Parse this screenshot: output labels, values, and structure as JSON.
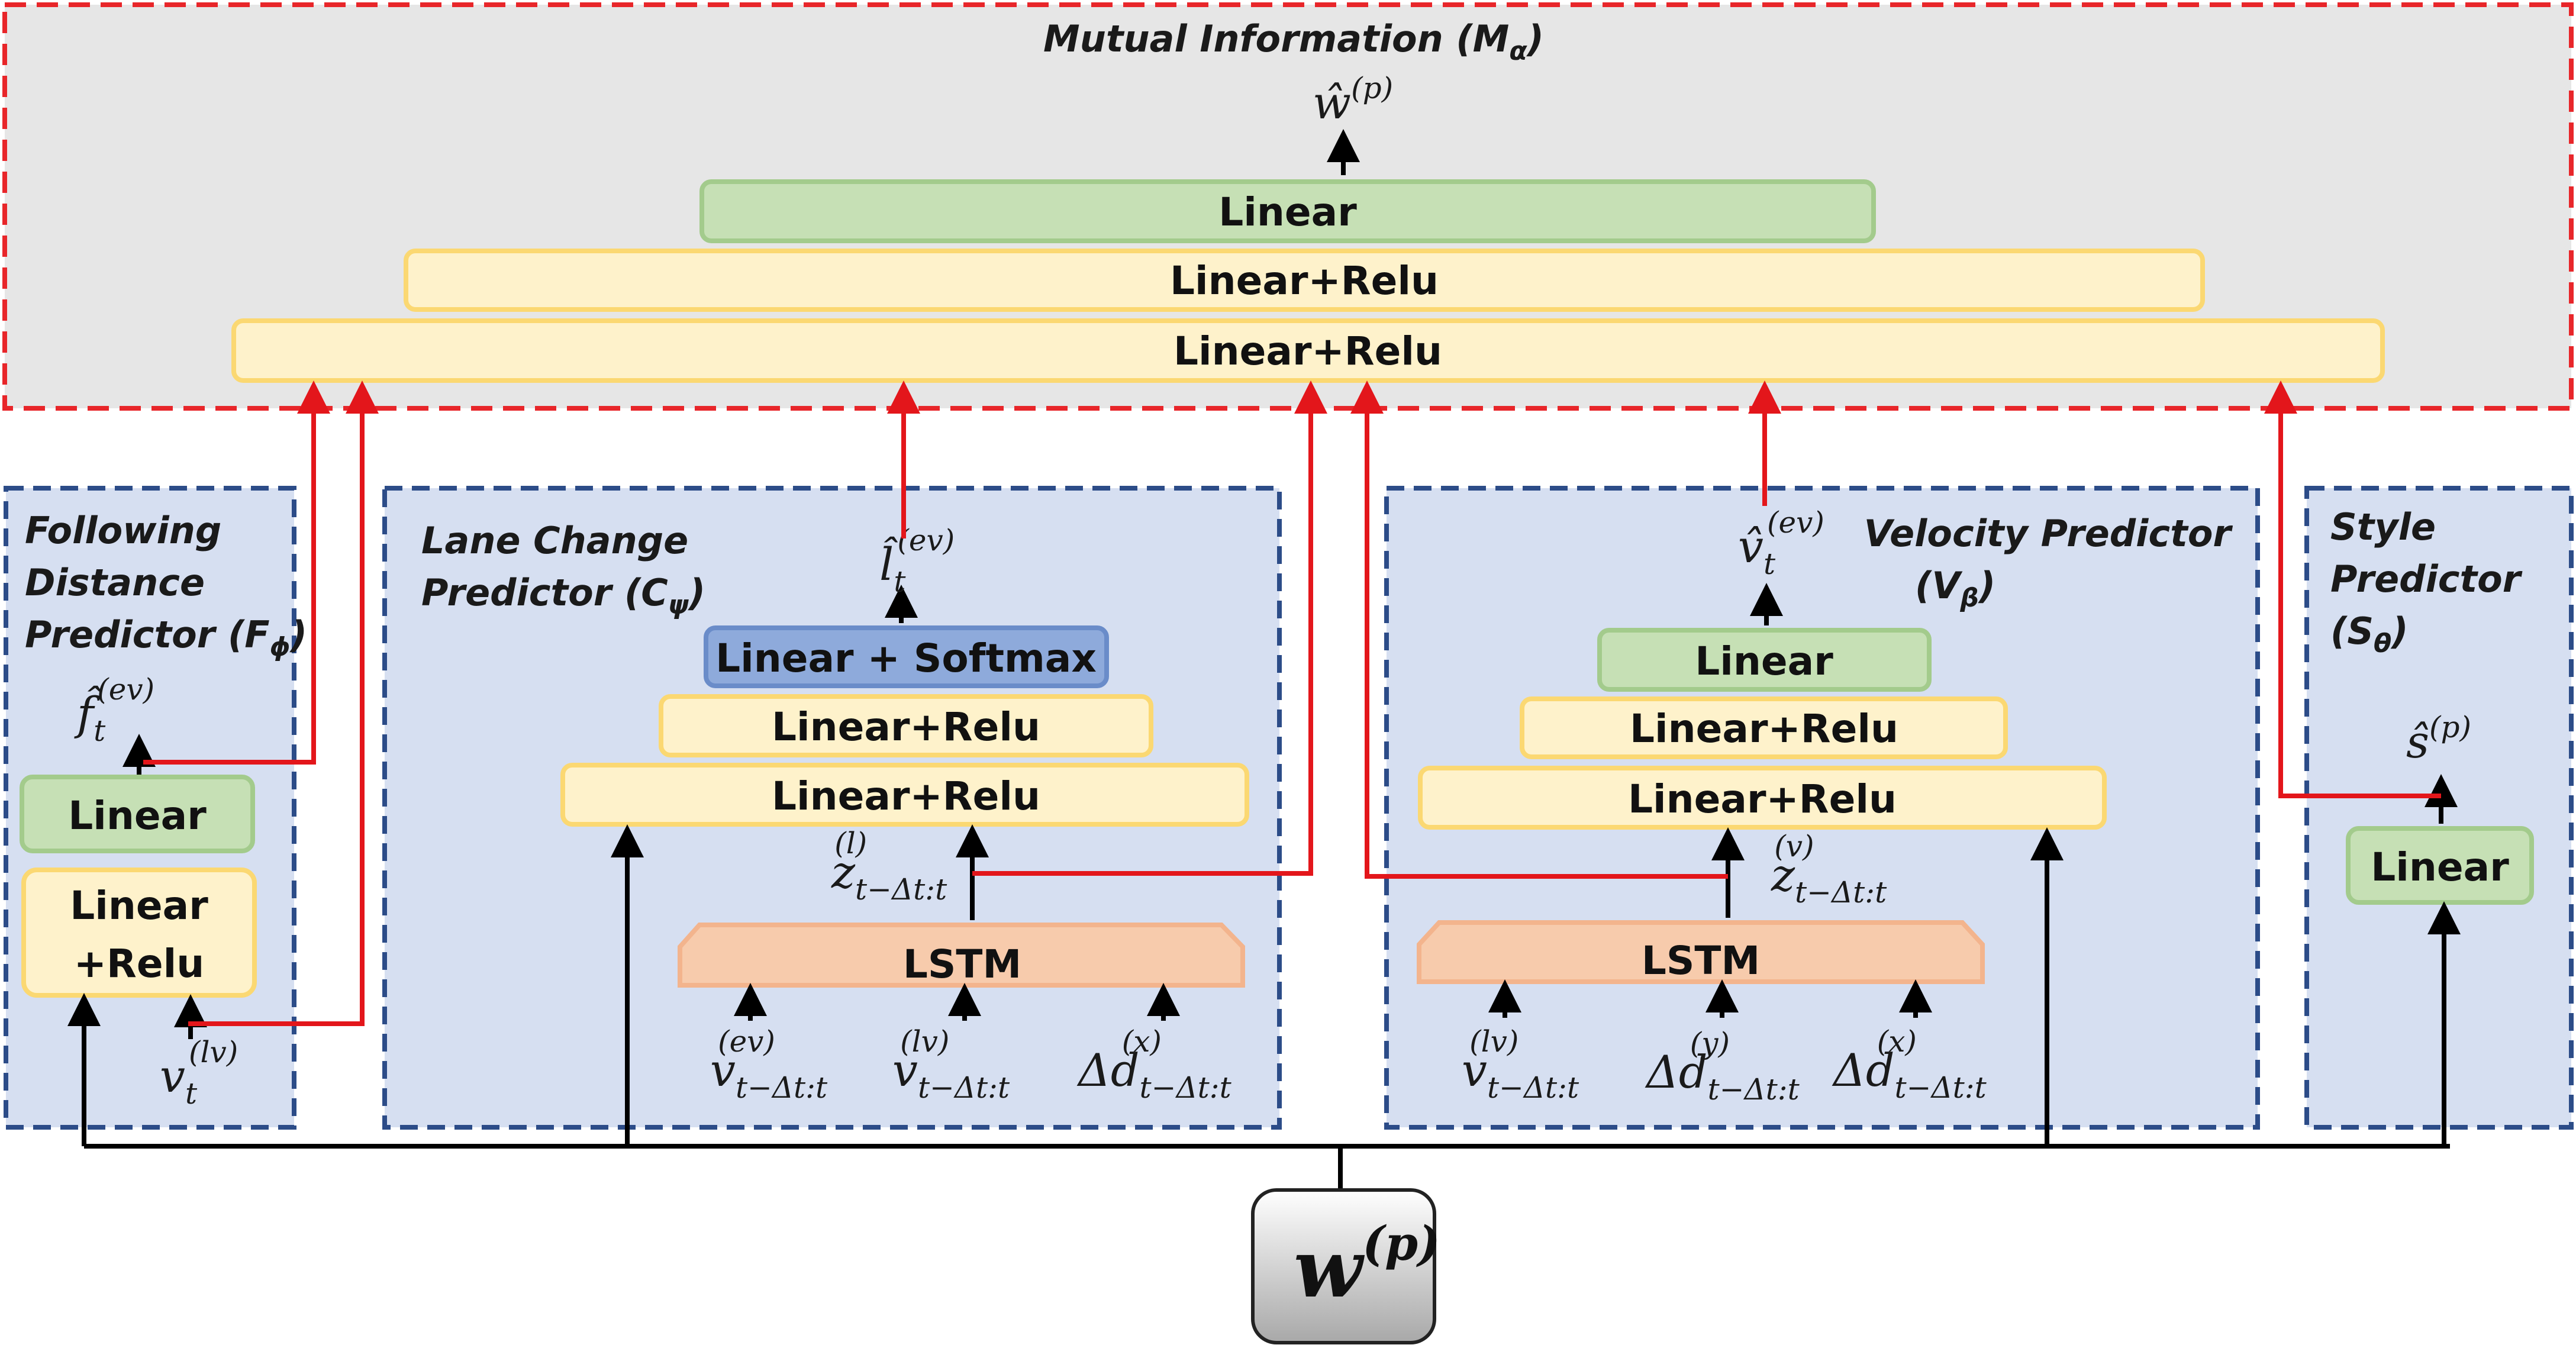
{
  "panels": {
    "mutual_info": {
      "title": "Mutual Information",
      "symbol": "M",
      "subscript": "α"
    },
    "following": {
      "line1": "Following",
      "line2": "Distance",
      "line3": "Predictor",
      "symbol": "F",
      "subscript": "ϕ"
    },
    "lane": {
      "line1": "Lane Change",
      "line2": "Predictor",
      "symbol": "C",
      "subscript": "ψ"
    },
    "velocity": {
      "line1": "Velocity Predictor",
      "symbol": "V",
      "subscript": "β"
    },
    "style": {
      "line1": "Style",
      "line2": "Predictor",
      "symbol": "S",
      "subscript": "θ"
    }
  },
  "blocks": {
    "linear": "Linear",
    "linear_relu": "Linear+Relu",
    "linear_relu_line1": "Linear",
    "linear_relu_line2": "+Relu",
    "linear_softmax": "Linear + Softmax",
    "lstm": "LSTM"
  },
  "math": {
    "w_hat": {
      "base": "ŵ",
      "sup": "(p)"
    },
    "f_hat": {
      "base": "f̂",
      "sub": "t",
      "sup": "(ev)"
    },
    "v_lv": {
      "base": "v",
      "sub": "t",
      "sup": "(lv)"
    },
    "l_hat": {
      "base": "l̂",
      "sub": "t",
      "sup": "(ev)"
    },
    "z_l": {
      "base": "z",
      "sub": "t−Δt:t",
      "sup": "(l)"
    },
    "v_ev_seq": {
      "base": "v",
      "sub": "t−Δt:t",
      "sup": "(ev)"
    },
    "v_lv_seq": {
      "base": "v",
      "sub": "t−Δt:t",
      "sup": "(lv)"
    },
    "dd_x_seq": {
      "base": "Δd",
      "sub": "t−Δt:t",
      "sup": "(x)"
    },
    "v_hat": {
      "base": "v̂",
      "sub": "t",
      "sup": "(ev)"
    },
    "z_v": {
      "base": "z",
      "sub": "t−Δt:t",
      "sup": "(v)"
    },
    "dd_y_seq": {
      "base": "Δd",
      "sub": "t−Δt:t",
      "sup": "(y)"
    },
    "s_hat": {
      "base": "ŝ",
      "sup": "(p)"
    },
    "w_p": {
      "base": "w",
      "sup": "(p)"
    }
  },
  "colors": {
    "mi_bg": "#e6e6e6",
    "mi_border": "#e8262a",
    "panel_bg": "#d6dff1",
    "panel_border": "#2c4c88",
    "linear_fill": "#c6e0b5",
    "linear_stroke": "#a3cb8c",
    "relu_fill": "#fef2cb",
    "relu_stroke": "#fbd872",
    "softmax_fill": "#8eaadb",
    "softmax_stroke": "#6a8cc9",
    "lstm_fill": "#f7cbac",
    "lstm_stroke": "#f3b48d",
    "red_arrow": "#e3161b",
    "black_arrow": "#000000"
  }
}
